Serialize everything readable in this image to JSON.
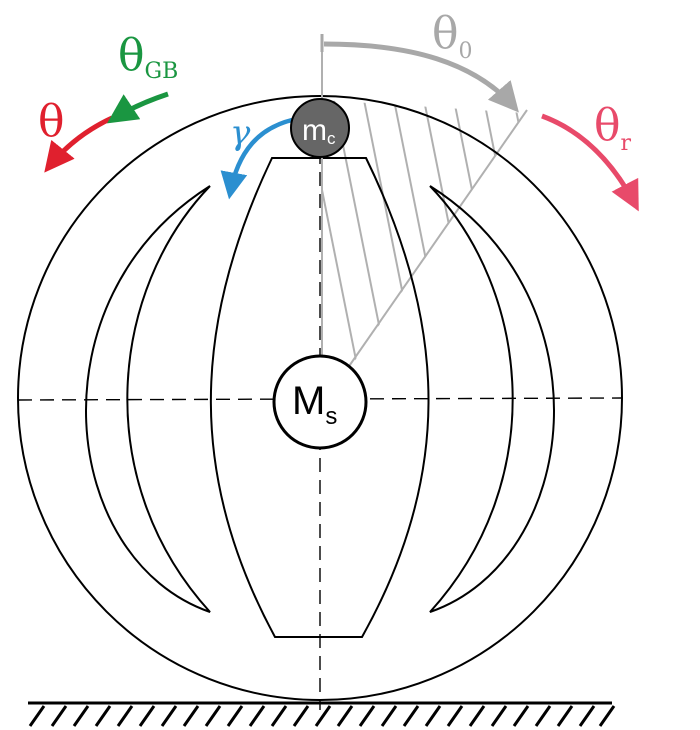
{
  "labels": {
    "theta": "θ",
    "theta_gb": "θ",
    "theta_gb_sub": "GB",
    "theta_0": "θ",
    "theta_0_sub": "0",
    "theta_r": "θ",
    "theta_r_sub": "r",
    "gamma": "γ",
    "cart_mass": "m",
    "cart_mass_sub": "c",
    "sphere_mass": "M",
    "sphere_mass_sub": "s"
  },
  "colors": {
    "theta": "#e0202e",
    "theta_gb": "#1a9641",
    "gamma": "#2b8fd0",
    "theta_r": "#e84a6a",
    "theta_0": "#a8a8a8",
    "outline": "#000000",
    "hatch": "#b0b0b0",
    "cart_fill": "#666666"
  }
}
